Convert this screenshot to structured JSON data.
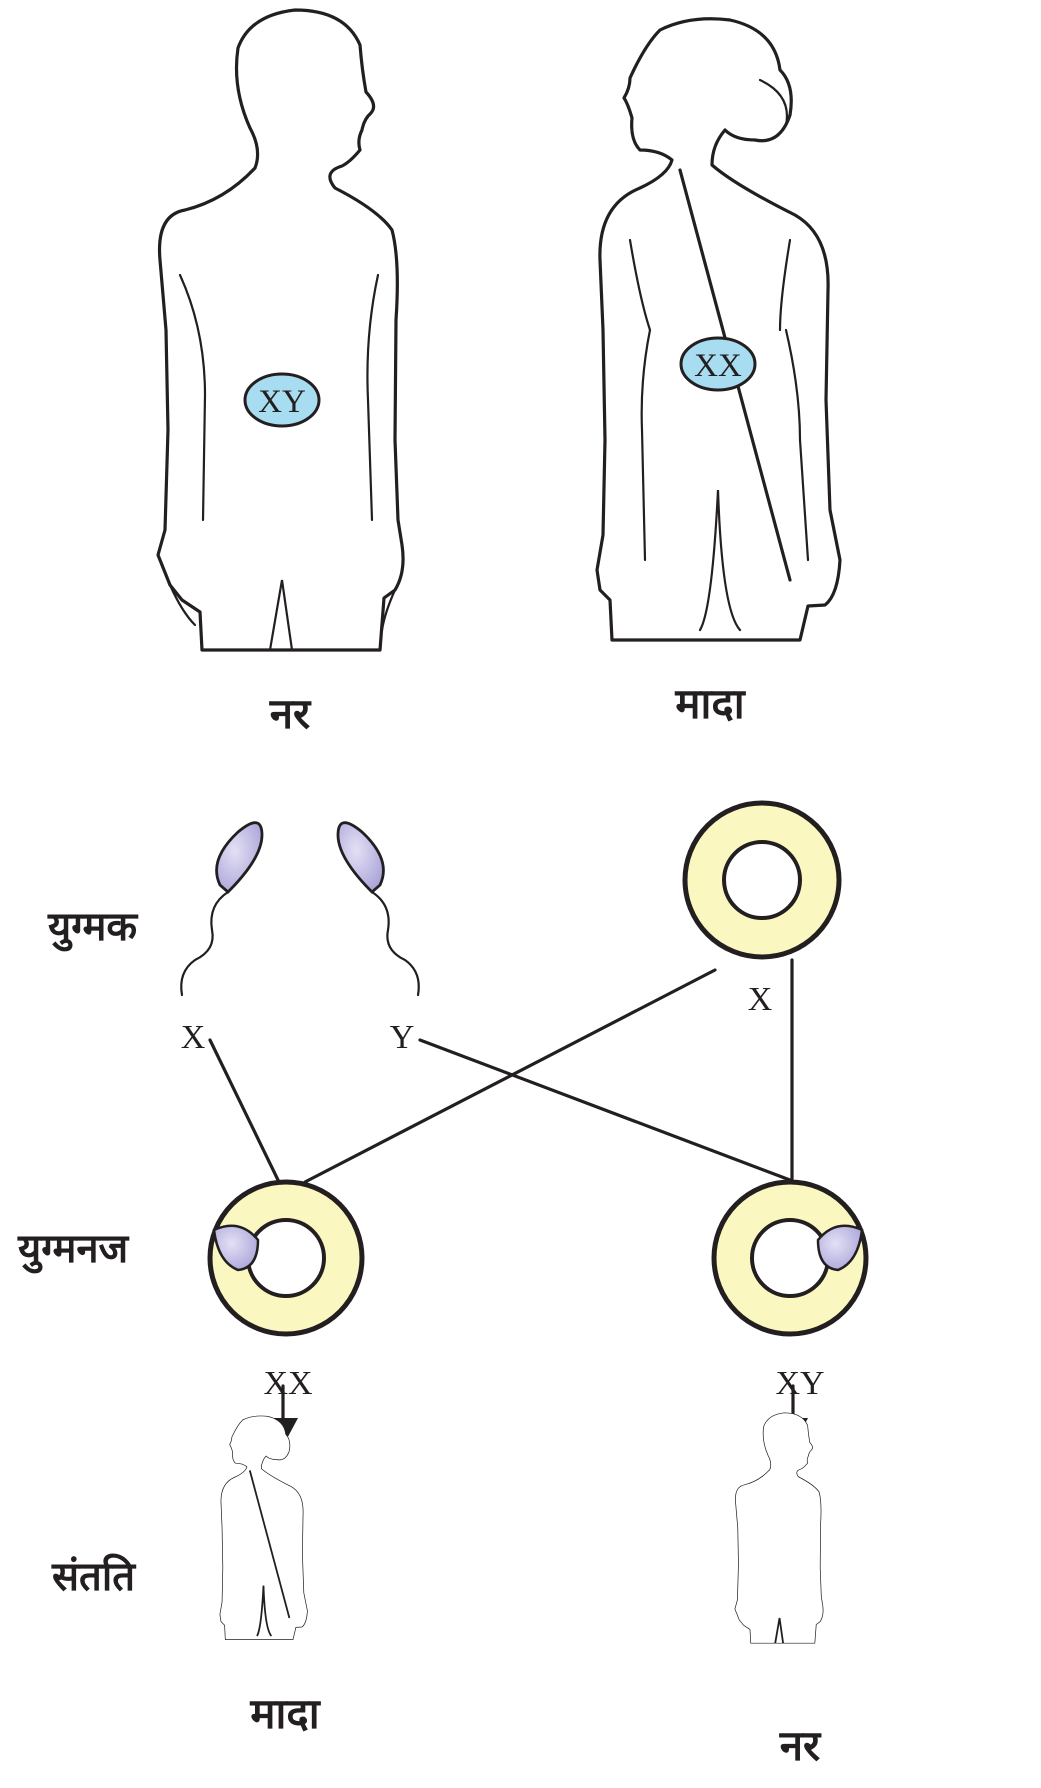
{
  "parents": {
    "male_label": "नर",
    "female_label": "मादा",
    "male_chromosomes": "XY",
    "female_chromosomes": "XX"
  },
  "rows": {
    "gametes_label": "युग्मक",
    "zygote_label": "युग्मनज",
    "offspring_label": "संतति"
  },
  "gametes": {
    "sperm_x": "X",
    "sperm_y": "Y",
    "egg_x": "X"
  },
  "zygotes": {
    "female_genotype": "XX",
    "male_genotype": "XY"
  },
  "offspring": {
    "female_label": "मादा",
    "male_label": "नर"
  },
  "colors": {
    "chromosome_fill": "#a8dcf0",
    "chromosome_stroke": "#231f20",
    "egg_fill": "#fbf7c0",
    "sperm_head_fill": "#b5b0dc",
    "line": "#231f20"
  }
}
